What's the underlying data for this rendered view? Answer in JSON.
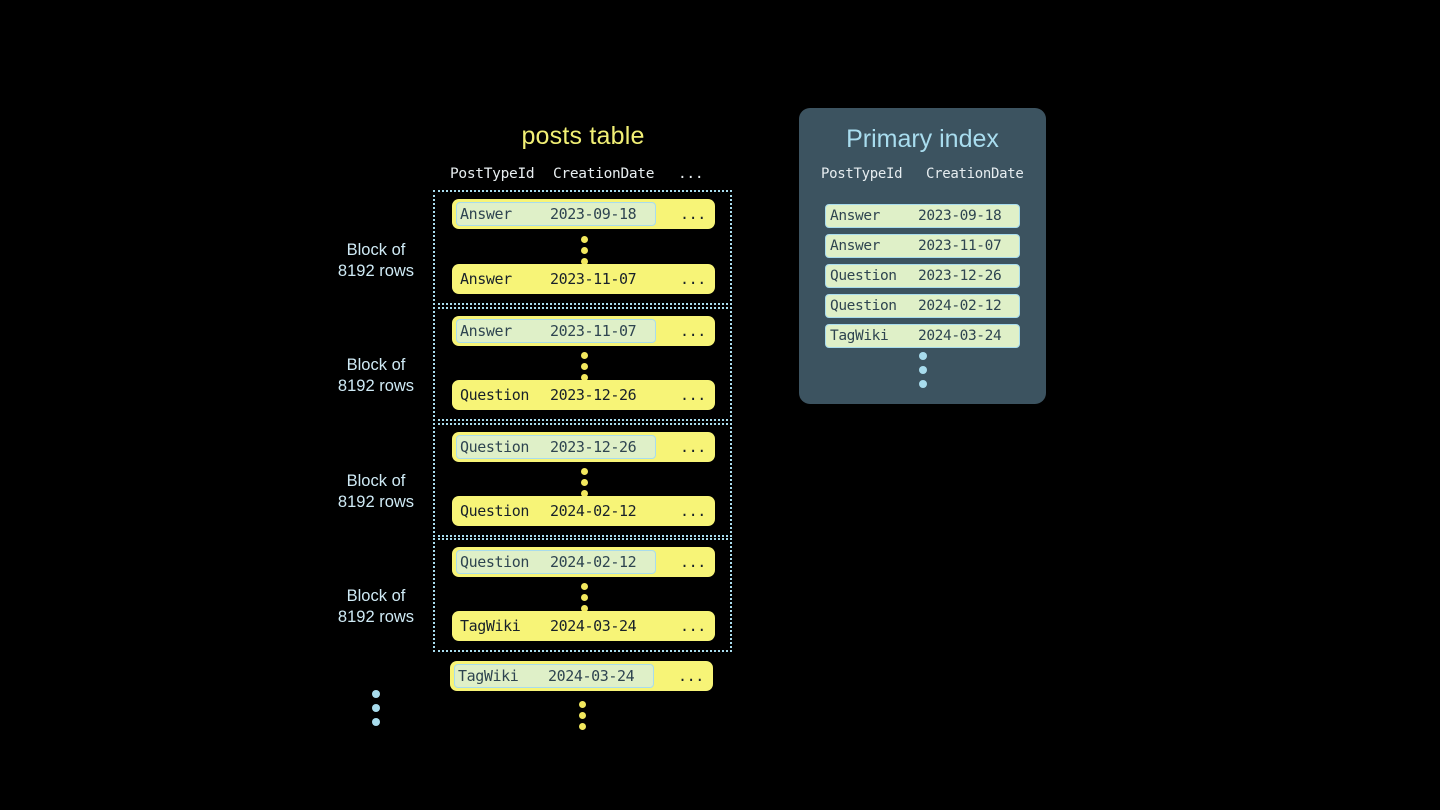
{
  "posts_table": {
    "title": "posts table",
    "columns": [
      "PostTypeId",
      "CreationDate",
      "..."
    ],
    "blocks": [
      {
        "label_line1": "Block of",
        "label_line2": "8192 rows",
        "first_row": {
          "type": "Answer",
          "date": "2023-09-18",
          "more": "...",
          "highlighted": true
        },
        "last_row": {
          "type": "Answer",
          "date": "2023-11-07",
          "more": "...",
          "highlighted": false
        }
      },
      {
        "label_line1": "Block of",
        "label_line2": "8192 rows",
        "first_row": {
          "type": "Answer",
          "date": "2023-11-07",
          "more": "...",
          "highlighted": true
        },
        "last_row": {
          "type": "Question",
          "date": "2023-12-26",
          "more": "...",
          "highlighted": false
        }
      },
      {
        "label_line1": "Block of",
        "label_line2": "8192 rows",
        "first_row": {
          "type": "Question",
          "date": "2023-12-26",
          "more": "...",
          "highlighted": true
        },
        "last_row": {
          "type": "Question",
          "date": "2024-02-12",
          "more": "...",
          "highlighted": false
        }
      },
      {
        "label_line1": "Block of",
        "label_line2": "8192 rows",
        "first_row": {
          "type": "Question",
          "date": "2024-02-12",
          "more": "...",
          "highlighted": true
        },
        "last_row": {
          "type": "TagWiki",
          "date": "2024-03-24",
          "more": "...",
          "highlighted": false
        }
      }
    ],
    "trailing_row": {
      "type": "TagWiki",
      "date": "2024-03-24",
      "more": "...",
      "highlighted": true
    }
  },
  "primary_index": {
    "title": "Primary index",
    "columns": [
      "PostTypeId",
      "CreationDate"
    ],
    "rows": [
      {
        "type": "Answer",
        "date": "2023-09-18"
      },
      {
        "type": "Answer",
        "date": "2023-11-07"
      },
      {
        "type": "Question",
        "date": "2023-12-26"
      },
      {
        "type": "Question",
        "date": "2024-02-12"
      },
      {
        "type": "TagWiki",
        "date": "2024-03-24"
      }
    ]
  },
  "colors": {
    "background": "#000000",
    "row_yellow": "#f7f477",
    "highlight_green": "#dff0c8",
    "accent_blue": "#a8dced",
    "panel_slate": "#3c5360",
    "title_yellow": "#f2f075",
    "dot_yellow": "#f2e85e"
  }
}
